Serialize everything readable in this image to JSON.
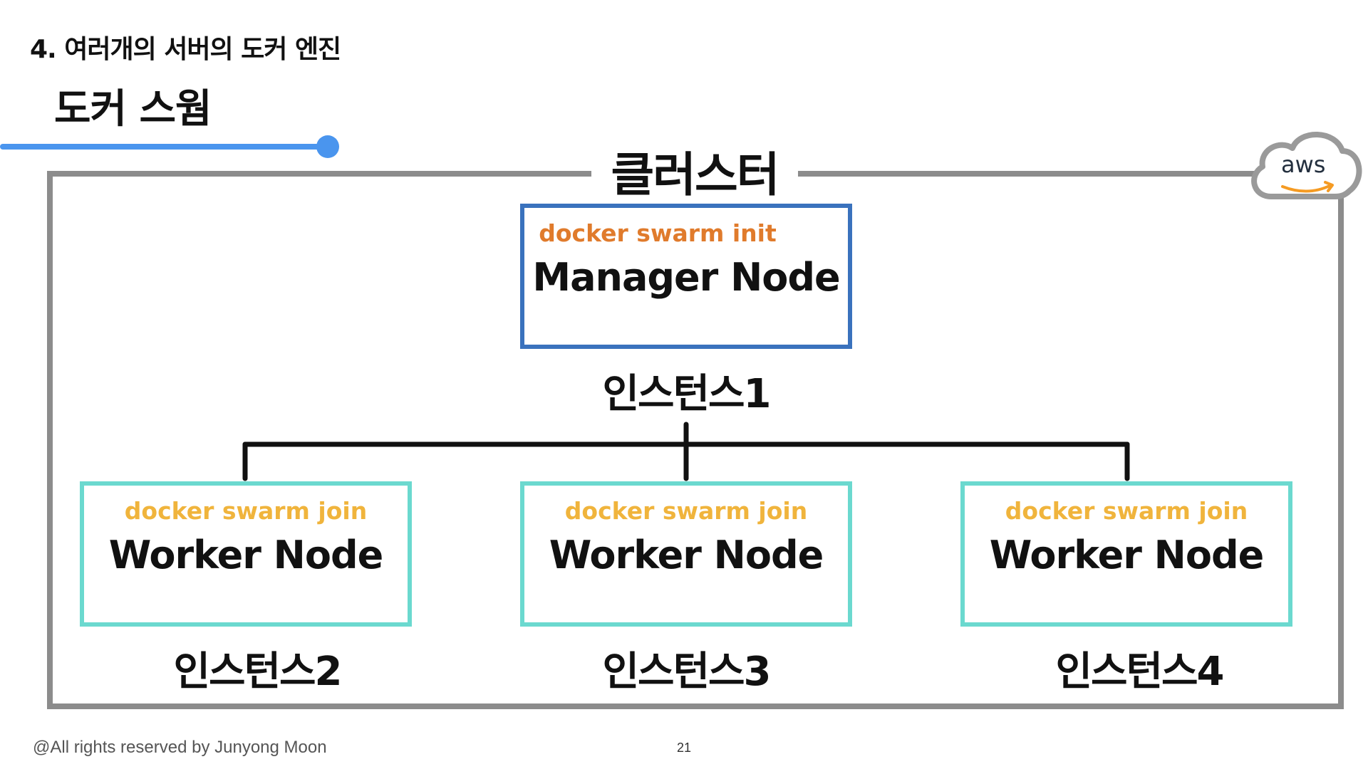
{
  "header": {
    "section_title": "4. 여러개의 서버의 도커 엔진",
    "slide_title": "도커 스웜"
  },
  "colors": {
    "accent": "#4a95ee",
    "cluster_border": "#8c8c8c",
    "manager_border": "#3a72bd",
    "worker_border": "#6bd9cf",
    "init_command": "#e07b2c",
    "join_command": "#f0b43c",
    "connector": "#111111"
  },
  "diagram": {
    "cluster_label": "클러스터",
    "aws_label": "aws",
    "manager": {
      "command": "docker swarm init",
      "name": "Manager Node",
      "instance": "인스턴스1"
    },
    "workers": [
      {
        "command": "docker swarm join",
        "name": "Worker Node",
        "instance": "인스턴스2"
      },
      {
        "command": "docker swarm join",
        "name": "Worker Node",
        "instance": "인스턴스3"
      },
      {
        "command": "docker swarm join",
        "name": "Worker Node",
        "instance": "인스턴스4"
      }
    ]
  },
  "footer": {
    "copyright": "@All rights reserved by Junyong Moon",
    "page_number": "21"
  }
}
